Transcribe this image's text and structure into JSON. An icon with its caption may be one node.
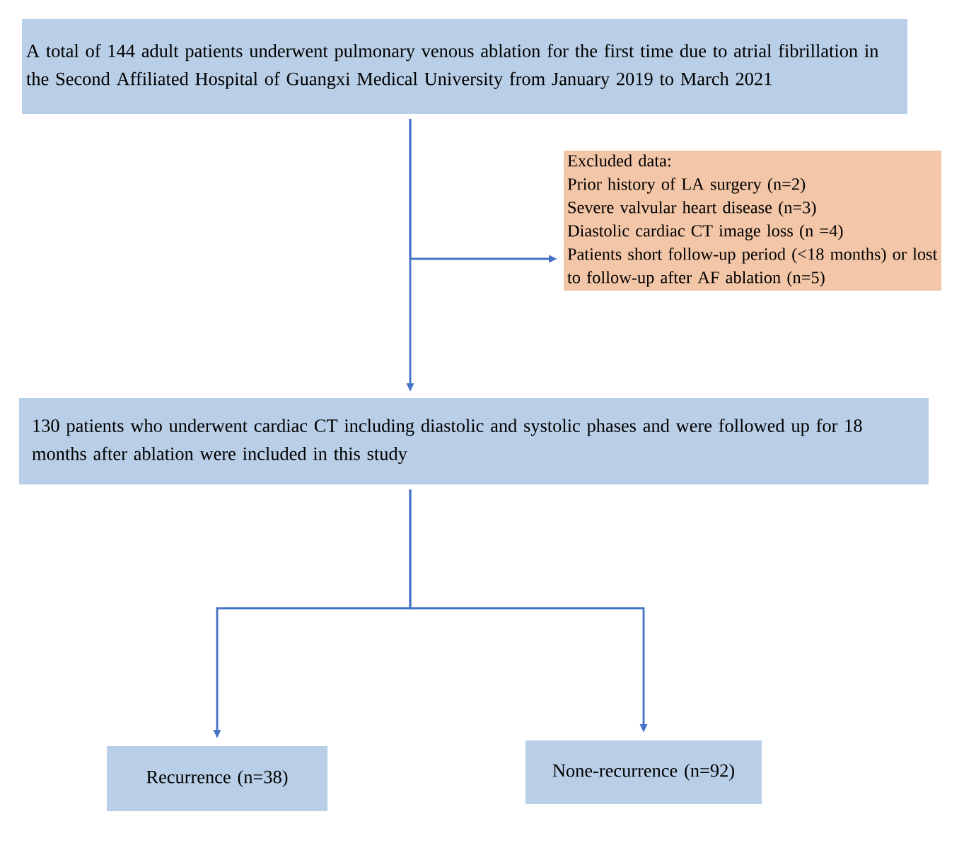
{
  "diagram": {
    "nodes": [
      {
        "text": [
          "A total of 144 adult patients underwent pulmonary venous ablation for the first time due to atrial fibrillation in the Second Affiliated Hospital of Guangxi Medical University from January 2019 to March 2021"
        ]
      },
      {
        "text": [
          "Excluded data:",
          "Prior history of LA surgery (n=2)",
          "Severe valvular heart disease (n=3)",
          "Diastolic cardiac CT image loss (n =4)",
          "Patients short follow-up period (<18 months) or lost to follow-up after AF ablation (n=5)"
        ]
      },
      {
        "text": [
          "130 patients who underwent cardiac CT including diastolic and systolic phases and were followed up for 18 months after ablation were included in this study"
        ]
      },
      {
        "text": [
          "Recurrence (n=38)"
        ]
      },
      {
        "text": [
          "None-recurrence (n=92)"
        ]
      }
    ],
    "edges": [
      {
        "from": 0,
        "to": 2,
        "arrow": "to"
      },
      {
        "from": 0,
        "to": 1,
        "arrow": "to"
      },
      {
        "from": 2,
        "to": 3,
        "arrow": "to"
      },
      {
        "from": 2,
        "to": 4,
        "arrow": "to"
      }
    ]
  }
}
